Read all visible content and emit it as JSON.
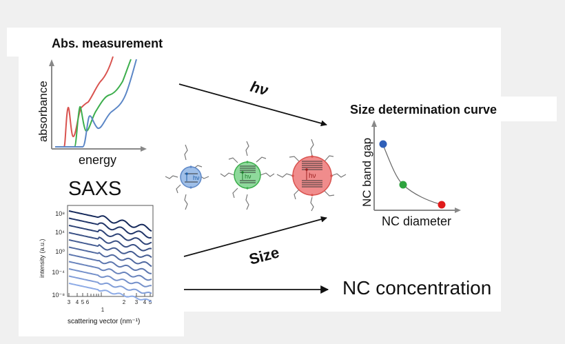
{
  "abs_panel": {
    "title": "Abs. measurement",
    "ylabel": "absorbance",
    "xlabel": "energy"
  },
  "saxs_panel": {
    "title": "SAXS",
    "ylabel": "intensity (a.u.)",
    "xlabel": "scattering vector (nm⁻¹)",
    "y_ticks": [
      "10⁸",
      "10⁴",
      "10⁰",
      "10⁻⁴",
      "10⁻⁸"
    ],
    "x_tick_labels": [
      "3",
      "4",
      "5",
      "6",
      "1",
      "2",
      "3",
      "4",
      "5"
    ]
  },
  "arrows": {
    "top_label": "hν",
    "middle_label": "Size",
    "bottom_label": "NC concentration"
  },
  "nanocrystals": {
    "small_label": "hν",
    "medium_label": "hν",
    "large_label": "hν"
  },
  "curve_panel": {
    "title": "Size determination curve",
    "ylabel": "NC band gap",
    "xlabel": "NC diameter"
  },
  "colors": {
    "red": "#d9534f",
    "green": "#3cae4c",
    "blue": "#5b86c6",
    "navy": "#14285a"
  }
}
